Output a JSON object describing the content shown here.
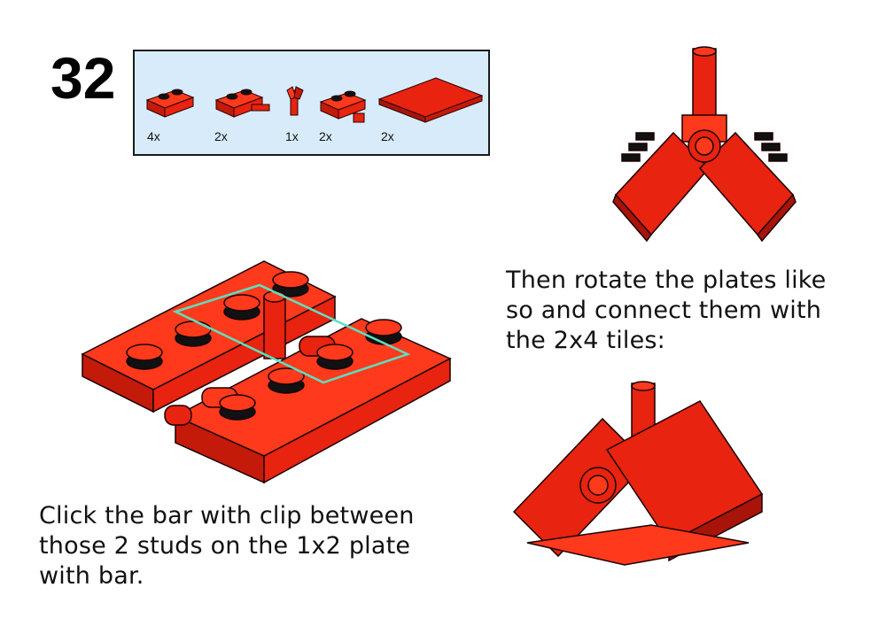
{
  "step": {
    "number": "32"
  },
  "parts_list": {
    "items": [
      {
        "qty": "4x",
        "part": "plate-1x2-with-clip"
      },
      {
        "qty": "2x",
        "part": "plate-1x2-with-bar"
      },
      {
        "qty": "1x",
        "part": "bar-with-clip"
      },
      {
        "qty": "2x",
        "part": "plate-1x2-with-side-clip"
      },
      {
        "qty": "2x",
        "part": "tile-2x4"
      }
    ]
  },
  "captions": {
    "left": "Click the bar with clip between those 2 studs on the 1x2 plate with bar.",
    "right": "Then rotate the plates like so and connect them with the 2x4 tiles:"
  },
  "colors": {
    "brick_red": "#e8230f",
    "brick_dark": "#a8140a",
    "highlight": "#5be0c0",
    "parts_bg": "#d7ebfb"
  }
}
